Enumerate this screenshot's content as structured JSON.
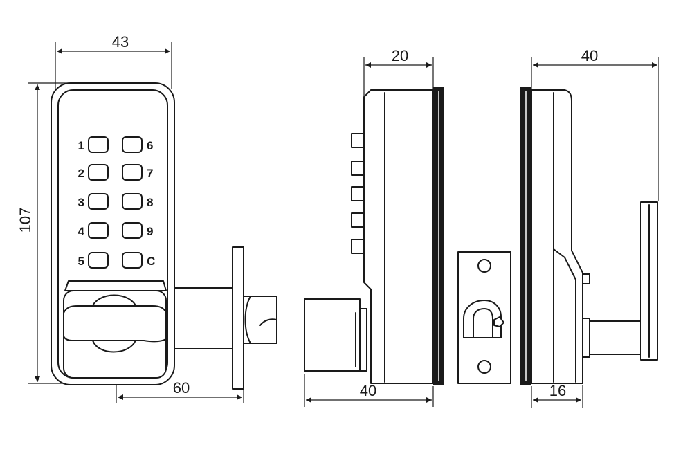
{
  "front_view": {
    "keypad": {
      "left_column": [
        "1",
        "2",
        "3",
        "4",
        "5"
      ],
      "right_column": [
        "6",
        "7",
        "8",
        "9",
        "C"
      ]
    },
    "dimensions": {
      "width": "43",
      "height": "107",
      "backset": "60"
    }
  },
  "side_view_keypad": {
    "dimensions": {
      "top_depth": "20",
      "overall_depth": "40"
    }
  },
  "side_view_lever": {
    "dimensions": {
      "overall_depth": "40",
      "spindle_offset": "16"
    }
  },
  "colors": {
    "line": "#1a1a1a",
    "background": "#ffffff"
  }
}
